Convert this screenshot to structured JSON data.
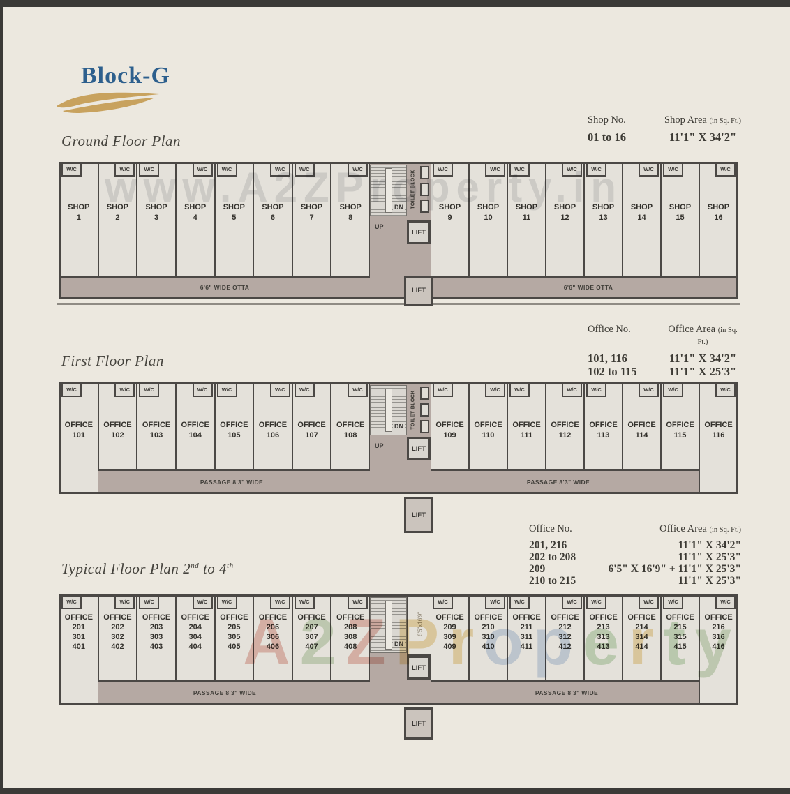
{
  "brand": {
    "title": "Block-G"
  },
  "watermarks": {
    "ground": "www.A2ZProperty.in",
    "typical_letters": [
      {
        "ch": "A",
        "color": "#D98C80"
      },
      {
        "ch": "2",
        "color": "#A9C69B"
      },
      {
        "ch": "Z",
        "color": "#D98C80"
      },
      {
        "ch": "P",
        "color": "#E6C16E"
      },
      {
        "ch": "r",
        "color": "#E6C16E"
      },
      {
        "ch": "o",
        "color": "#A6BDDF"
      },
      {
        "ch": "p",
        "color": "#A6BDDF"
      },
      {
        "ch": "e",
        "color": "#9FC795"
      },
      {
        "ch": "r",
        "color": "#E6C16E"
      },
      {
        "ch": "t",
        "color": "#9FC795"
      },
      {
        "ch": "y",
        "color": "#A9C69B"
      }
    ]
  },
  "plans": [
    {
      "heading": "Ground Floor Plan",
      "table": {
        "no_header": "Shop No.",
        "area_header": "Shop Area ",
        "area_sub": "(in Sq. Ft.)",
        "rows": [
          {
            "no": "01 to 16",
            "area": "11'1\" X 34'2\""
          }
        ]
      },
      "unit_label": "SHOP",
      "wc_label": "W/C",
      "units_left": [
        [
          "1"
        ],
        [
          "2"
        ],
        [
          "3"
        ],
        [
          "4"
        ],
        [
          "5"
        ],
        [
          "6"
        ],
        [
          "7"
        ],
        [
          "8"
        ]
      ],
      "units_right": [
        [
          "9"
        ],
        [
          "10"
        ],
        [
          "11"
        ],
        [
          "12"
        ],
        [
          "13"
        ],
        [
          "14"
        ],
        [
          "15"
        ],
        [
          "16"
        ]
      ],
      "bottom_label_left": "6'6\" WIDE OTTA",
      "bottom_label_right": "6'6\" WIDE OTTA",
      "core": {
        "up": "UP",
        "dn": "DN",
        "toilet": "TOILET BLOCK",
        "lift": "LIFT",
        "lift2": "LIFT"
      }
    },
    {
      "heading": "First Floor Plan",
      "table": {
        "no_header": "Office No.",
        "area_header": "Office Area ",
        "area_sub": "(in Sq. Ft.)",
        "rows": [
          {
            "no": "101, 116",
            "area": "11'1\" X 34'2\""
          },
          {
            "no": "102 to 115",
            "area": "11'1\" X 25'3\""
          }
        ]
      },
      "unit_label": "OFFICE",
      "wc_label": "W/C",
      "units_left": [
        [
          "101"
        ],
        [
          "102"
        ],
        [
          "103"
        ],
        [
          "104"
        ],
        [
          "105"
        ],
        [
          "106"
        ],
        [
          "107"
        ],
        [
          "108"
        ]
      ],
      "units_right": [
        [
          "109"
        ],
        [
          "110"
        ],
        [
          "111"
        ],
        [
          "112"
        ],
        [
          "113"
        ],
        [
          "114"
        ],
        [
          "115"
        ],
        [
          "116"
        ]
      ],
      "bottom_label_left": "PASSAGE  8'3\" WIDE",
      "bottom_label_right": "PASSAGE  8'3\" WIDE",
      "core": {
        "up": "UP",
        "dn": "DN",
        "toilet": "TOILET BLOCK",
        "lift": "LIFT",
        "lift2": "LIFT"
      }
    },
    {
      "heading_parts": {
        "a": "Typical Floor Plan 2",
        "sup_a": "nd",
        "b": " to 4",
        "sup_b": "th"
      },
      "table": {
        "no_header": "Office No.",
        "area_header": "Office Area ",
        "area_sub": "(in Sq. Ft.)",
        "rows": [
          {
            "no": "201, 216",
            "area": "11'1\" X 34'2\""
          },
          {
            "no": "202 to 208",
            "area": "11'1\" X 25'3\""
          },
          {
            "no": "209",
            "area": "6'5\" X 16'9\" + 11'1\" X 25'3\""
          },
          {
            "no": "210 to 215",
            "area": "11'1\" X 25'3\""
          }
        ]
      },
      "unit_label": "OFFICE",
      "wc_label": "W/C",
      "units_left": [
        [
          "201",
          "301",
          "401"
        ],
        [
          "202",
          "302",
          "402"
        ],
        [
          "203",
          "303",
          "403"
        ],
        [
          "204",
          "304",
          "404"
        ],
        [
          "205",
          "305",
          "405"
        ],
        [
          "206",
          "306",
          "406"
        ],
        [
          "207",
          "307",
          "407"
        ],
        [
          "208",
          "308",
          "408"
        ]
      ],
      "units_right": [
        [
          "209",
          "309",
          "409"
        ],
        [
          "210",
          "310",
          "410"
        ],
        [
          "211",
          "311",
          "411"
        ],
        [
          "212",
          "312",
          "412"
        ],
        [
          "213",
          "313",
          "413"
        ],
        [
          "214",
          "314",
          "414"
        ],
        [
          "215",
          "315",
          "415"
        ],
        [
          "216",
          "316",
          "416"
        ]
      ],
      "bottom_label_left": "PASSAGE  8'3\" WIDE",
      "bottom_label_right": "PASSAGE  8'3\" WIDE",
      "core": {
        "dn": "DN",
        "annex": "6'5\"x16'9\"",
        "lift": "LIFT",
        "lift2": "LIFT"
      }
    }
  ]
}
